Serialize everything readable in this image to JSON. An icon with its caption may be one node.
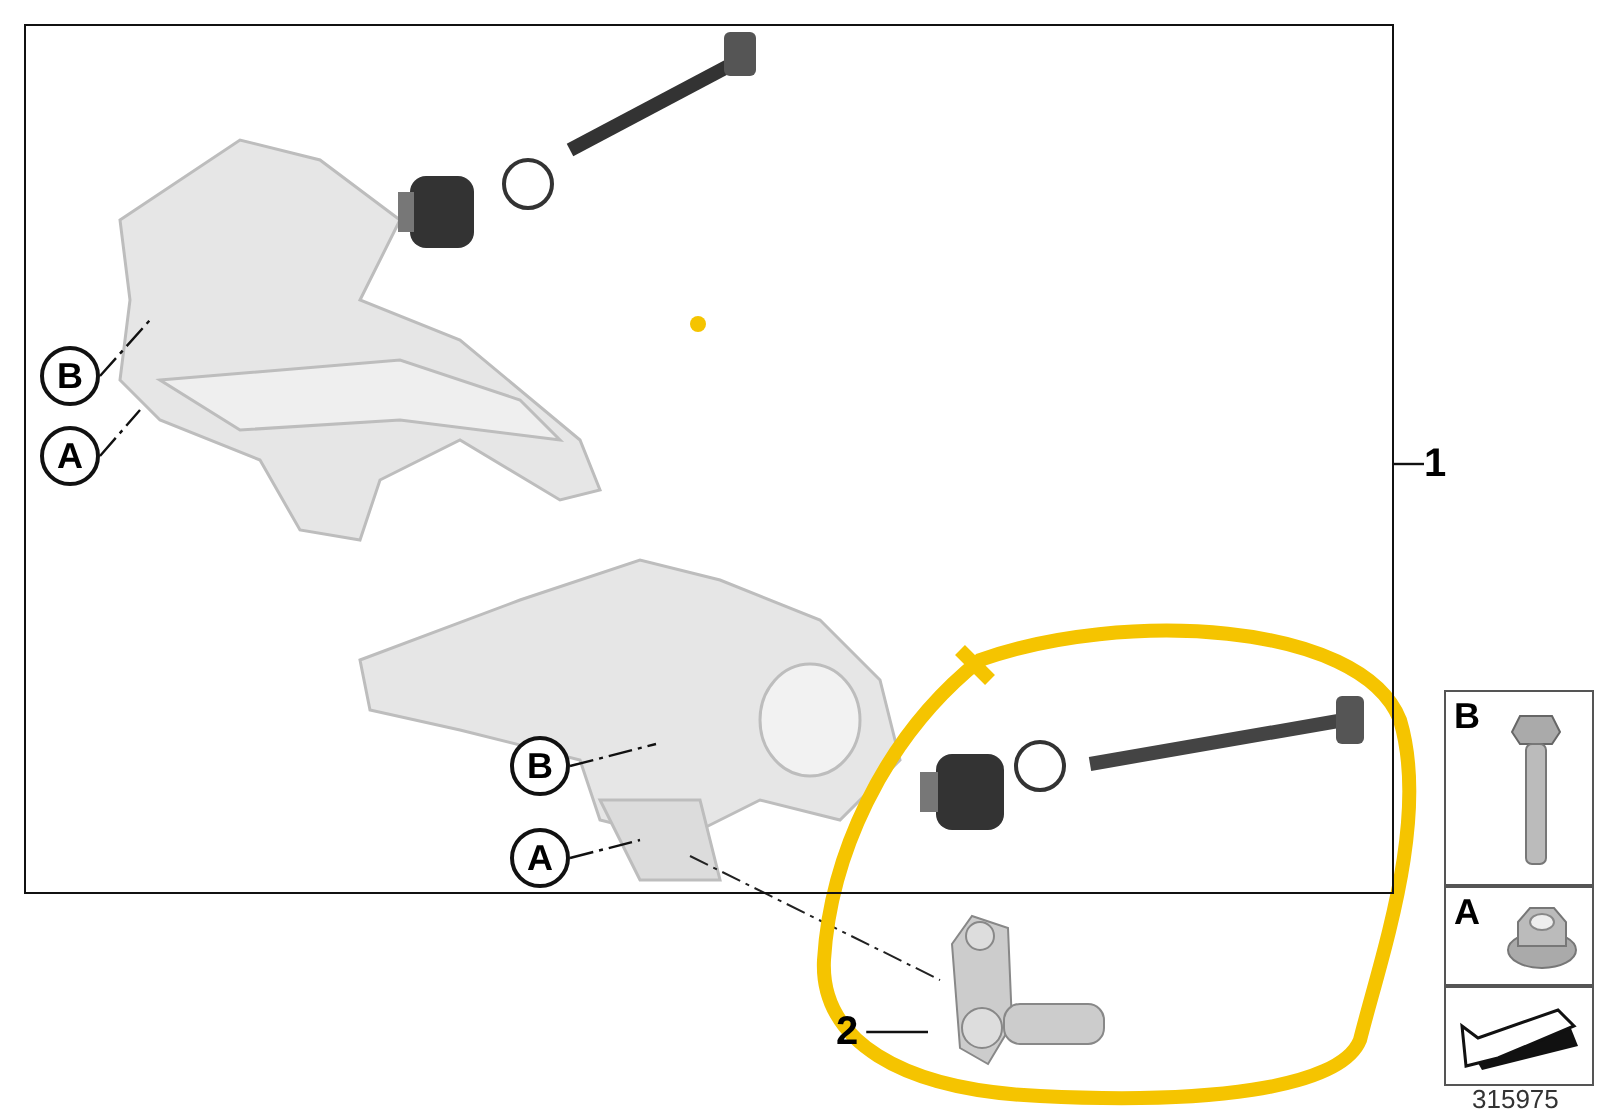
{
  "diagram": {
    "nodes": [
      {
        "text": [],
        "shape": "box"
      },
      {
        "text": [
          "B"
        ],
        "in": 0
      },
      {
        "text": [
          "A"
        ],
        "in": 0
      },
      {
        "text": [
          "B"
        ],
        "in": 0
      },
      {
        "text": [
          "A"
        ],
        "in": 0
      },
      {
        "text": [
          "1"
        ]
      },
      {
        "text": [
          "2"
        ]
      },
      {
        "text": [],
        "shape": "picture"
      },
      {
        "text": [
          "B"
        ]
      },
      {
        "text": [
          "A"
        ]
      },
      {
        "text": [],
        "shape": "box"
      }
    ],
    "edges": [
      {
        "from": 1,
        "to": null,
        "arrow": "none",
        "style": "dashed"
      },
      {
        "from": 2,
        "to": null,
        "arrow": "none",
        "style": "dashed"
      },
      {
        "from": 3,
        "to": null,
        "arrow": "none",
        "style": "dashed"
      },
      {
        "from": 4,
        "to": null,
        "arrow": "none",
        "style": "dashed"
      },
      {
        "from": 5,
        "to": 0,
        "arrow": "none"
      },
      {
        "from": 6,
        "to": 7,
        "arrow": "none"
      }
    ],
    "labels": [
      "315975"
    ]
  }
}
